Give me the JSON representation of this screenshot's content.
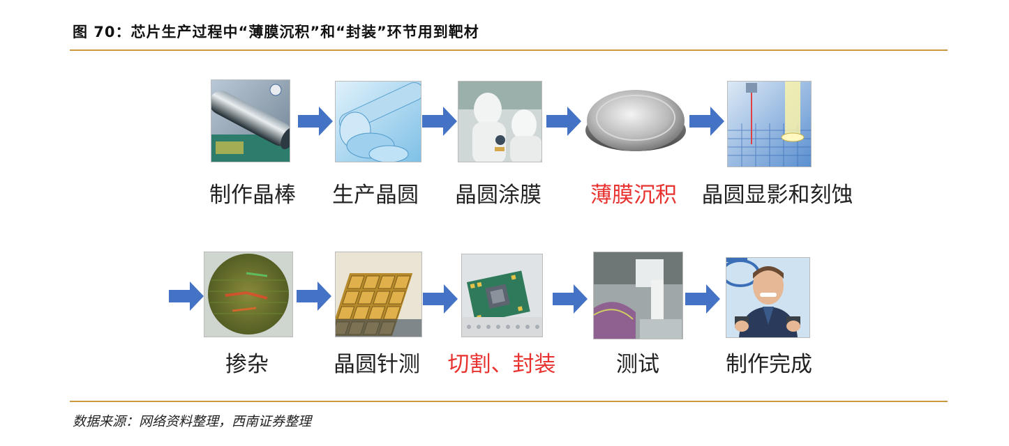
{
  "figure": {
    "title": "图 70：芯片生产过程中“薄膜沉积”和“封装”环节用到靶材",
    "source": "数据来源：网络资料整理，西南证券整理"
  },
  "colors": {
    "accent_rule": "#c9973f",
    "arrow": "#4472c4",
    "highlight": "#e8322f",
    "label": "#222222"
  },
  "row1": [
    {
      "label": "制作晶棒",
      "highlight": false
    },
    {
      "label": "生产晶圆",
      "highlight": false
    },
    {
      "label": "晶圆涂膜",
      "highlight": false
    },
    {
      "label": "薄膜沉积",
      "highlight": true
    },
    {
      "label": "晶圆显影和刻蚀",
      "highlight": false
    }
  ],
  "row2": [
    {
      "label": "掺杂",
      "highlight": false
    },
    {
      "label": "晶圆针测",
      "highlight": false
    },
    {
      "label": "切割、封装",
      "highlight": true
    },
    {
      "label": "测试",
      "highlight": false
    },
    {
      "label": "制作完成",
      "highlight": false
    }
  ]
}
